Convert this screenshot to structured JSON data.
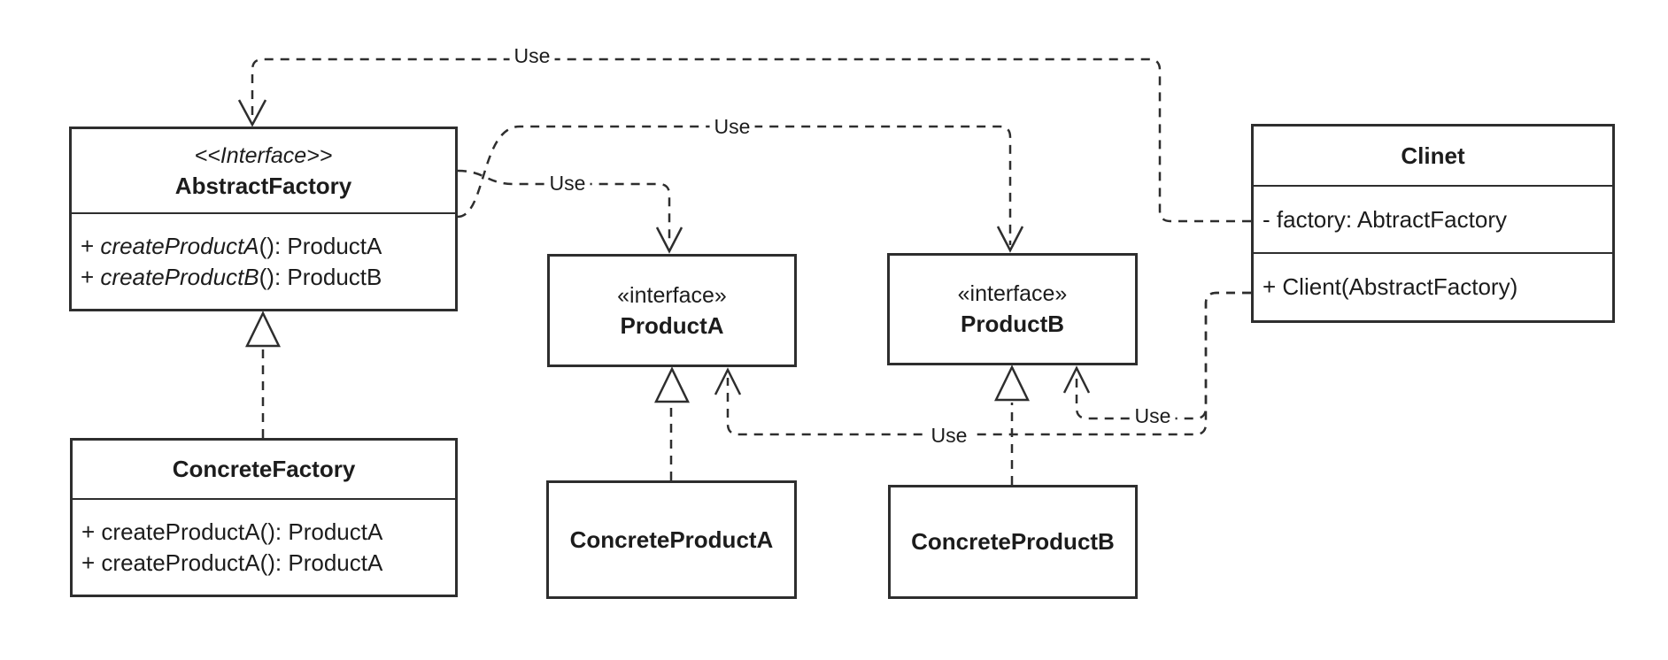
{
  "classes": {
    "abstractFactory": {
      "stereotype": "<<Interface>>",
      "name": "AbstractFactory",
      "methods": [
        {
          "prefix": "+ ",
          "name": "createProductA",
          "suffix": "(): ProductA"
        },
        {
          "prefix": "+ ",
          "name": "createProductB",
          "suffix": "(): ProductB"
        }
      ]
    },
    "concreteFactory": {
      "name": "ConcreteFactory",
      "methods": [
        "+ createProductA(): ProductA",
        "+ createProductA(): ProductA"
      ]
    },
    "productA": {
      "stereotype": "«interface»",
      "name": "ProductA"
    },
    "productB": {
      "stereotype": "«interface»",
      "name": "ProductB"
    },
    "concreteProductA": {
      "name": "ConcreteProductA"
    },
    "concreteProductB": {
      "name": "ConcreteProductB"
    },
    "client": {
      "name": "Clinet",
      "attributes": [
        "- factory: AbtractFactory"
      ],
      "methods": [
        "+ Client(AbstractFactory)"
      ]
    }
  },
  "labels": {
    "use_client_to_abstract_factory": "Use",
    "use_factory_to_product_a": "Use",
    "use_factory_to_product_b": "Use",
    "use_client_to_product_b": "Use",
    "use_client_to_product_a": "Use"
  },
  "colors": {
    "stroke": "#2e2e2e",
    "text": "#1c1c1c",
    "background": "#ffffff"
  }
}
